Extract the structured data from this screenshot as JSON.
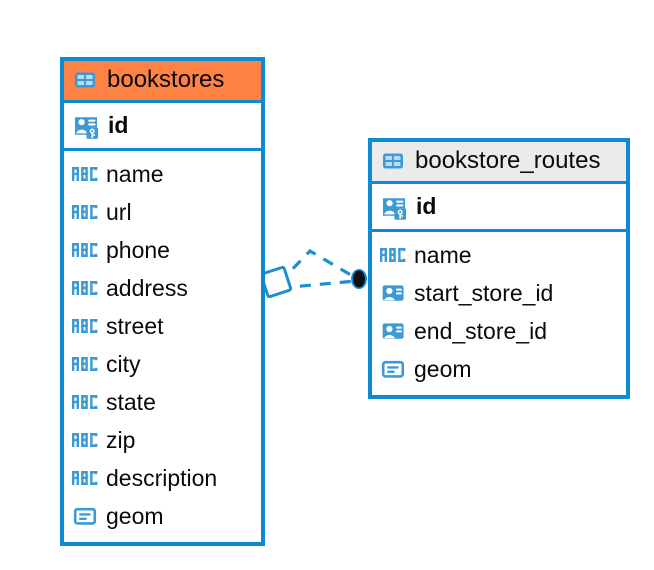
{
  "diagram": {
    "type": "entity-relationship-diagram",
    "background": "#ffffff",
    "colors": {
      "border": "#0d8bd1",
      "selected_header": "#fd8244",
      "plain_header": "#ebebeb",
      "icon_blue": "#3d9ad4",
      "icon_blue_dark": "#0d8bd1",
      "text": "#0a0a0a",
      "connector": "#1b8fd0",
      "connector_endpoint": "#111111"
    },
    "entities": [
      {
        "name": "bookstores",
        "header_style": "selected",
        "table_icon": "table-grid-icon",
        "primary_keys": [
          {
            "label": "id",
            "icon": "primary-key-icon"
          }
        ],
        "fields": [
          {
            "label": "name",
            "icon": "abc-text-icon"
          },
          {
            "label": "url",
            "icon": "abc-text-icon"
          },
          {
            "label": "phone",
            "icon": "abc-text-icon"
          },
          {
            "label": "address",
            "icon": "abc-text-icon"
          },
          {
            "label": "street",
            "icon": "abc-text-icon"
          },
          {
            "label": "city",
            "icon": "abc-text-icon"
          },
          {
            "label": "state",
            "icon": "abc-text-icon"
          },
          {
            "label": "zip",
            "icon": "abc-text-icon"
          },
          {
            "label": "description",
            "icon": "abc-text-icon"
          },
          {
            "label": "geom",
            "icon": "geometry-icon"
          }
        ]
      },
      {
        "name": "bookstore_routes",
        "header_style": "plain",
        "table_icon": "table-grid-icon",
        "primary_keys": [
          {
            "label": "id",
            "icon": "primary-key-icon"
          }
        ],
        "fields": [
          {
            "label": "name",
            "icon": "abc-text-icon"
          },
          {
            "label": "start_store_id",
            "icon": "foreign-key-icon"
          },
          {
            "label": "end_store_id",
            "icon": "foreign-key-icon"
          },
          {
            "label": "geom",
            "icon": "geometry-icon"
          }
        ]
      }
    ],
    "relationship": {
      "style": "dashed",
      "source_endpoint": "diamond",
      "target_endpoint": "filled-circle",
      "from_entity": "bookstores",
      "to_entity": "bookstore_routes"
    }
  }
}
